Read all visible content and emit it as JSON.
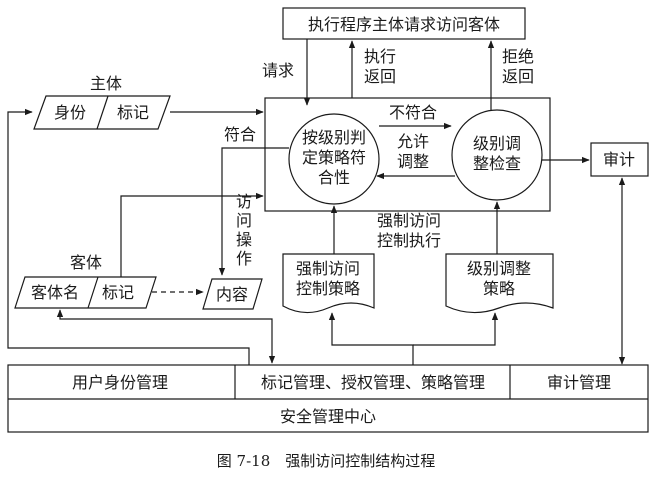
{
  "top_box": "执行程序主体请求访问客体",
  "labels": {
    "request": "请求",
    "exec_return": [
      "执行",
      "返回"
    ],
    "reject_return": [
      "拒绝",
      "返回"
    ],
    "subject": "主体",
    "object": "客体",
    "conform": "符合",
    "not_conform": "不符合",
    "allow_adjust": [
      "允许",
      "调整"
    ],
    "access_op": [
      "访",
      "问",
      "操",
      "作"
    ],
    "mac_exec": [
      "强制访问",
      "控制执行"
    ]
  },
  "subject_fields": [
    "身份",
    "标记"
  ],
  "object_fields": [
    "客体名",
    "标记"
  ],
  "content": "内容",
  "circle_check": [
    "按级别判",
    "定策略符",
    "合性"
  ],
  "circle_adjust": [
    "级别调",
    "整检查"
  ],
  "audit": "审计",
  "doc_policy": [
    "强制访问",
    "控制策略"
  ],
  "doc_level": [
    "级别调整",
    "策略"
  ],
  "mgmt": {
    "user": "用户身份管理",
    "mark": "标记管理、授权管理、策略管理",
    "audit": "审计管理",
    "center": "安全管理中心"
  },
  "caption": "图 7-18　强制访问控制结构过程"
}
